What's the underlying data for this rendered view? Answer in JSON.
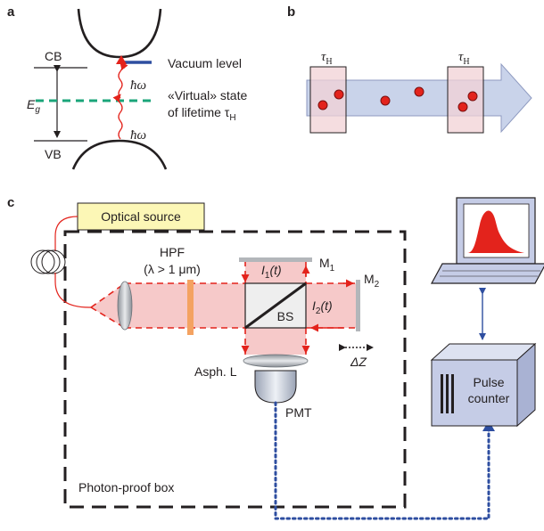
{
  "panels": {
    "a": {
      "label": "a",
      "cb": "CB",
      "vb": "VB",
      "eg": "E",
      "eg_sub": "g",
      "photon_upper": "ħω",
      "photon_lower": "ħω",
      "vacuum_level": "Vacuum level",
      "virtual_line1": "«Virtual» state",
      "virtual_line2": "of lifetime τ",
      "virtual_sub": "H",
      "colors": {
        "vacuum": "#2e4ea0",
        "virtual": "#1aa57a",
        "photon": "#e3231c"
      }
    },
    "b": {
      "label": "b",
      "tau_left": "τ",
      "tau_left_sub": "H",
      "tau_right": "τ",
      "tau_right_sub": "H",
      "colors": {
        "arrow": "#c9d3ea",
        "window": "#f2d1d6",
        "dot": "#e3231c"
      }
    },
    "c": {
      "label": "c",
      "optical_source": "Optical source",
      "hpf_line1": "HPF",
      "hpf_line2": "(λ > 1 μm)",
      "m1": "M",
      "m1_sub": "1",
      "m2": "M",
      "m2_sub": "2",
      "i1": "I",
      "i1_sub": "1",
      "i1_arg": "(t)",
      "i2": "I",
      "i2_sub": "2",
      "i2_arg": "(t)",
      "bs": "BS",
      "delta_z": "ΔZ",
      "asph_l": "Asph. L",
      "pmt": "PMT",
      "box_label": "Photon-proof box",
      "pulse_line1": "Pulse",
      "pulse_line2": "counter",
      "colors": {
        "source_box": "#fcf7b6",
        "beam": "#f6c9c9",
        "fiber": "#e3231c",
        "filter": "#f4a261",
        "link": "#2e4ea0",
        "counter": "#c5cce6"
      }
    }
  }
}
